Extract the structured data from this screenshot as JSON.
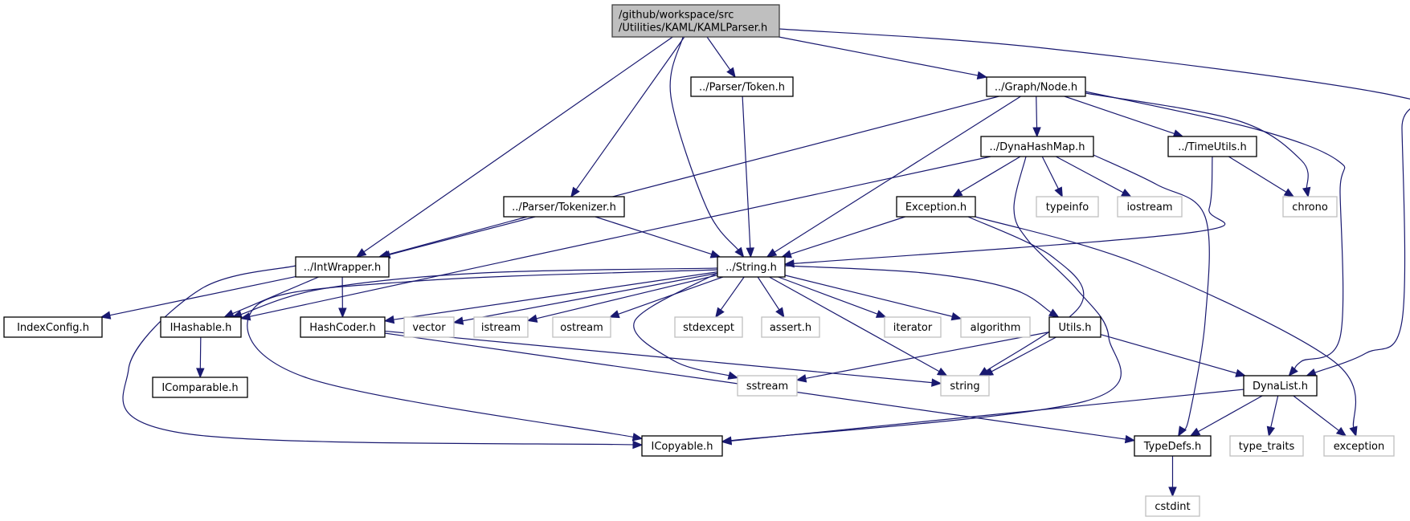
{
  "diagram": {
    "title": "Include dependency graph for KAMLParser.h",
    "colors": {
      "edge": "#191970",
      "root_fill": "#bfbfbf",
      "project_border": "#000000",
      "system_border": "#bfbfbf"
    },
    "nodes": [
      {
        "id": "root",
        "label": [
          "/github/workspace/src",
          "/Utilities/KAML/KAMLParser.h"
        ],
        "kind": "root"
      },
      {
        "id": "token",
        "label": [
          "../Parser/Token.h"
        ],
        "kind": "project"
      },
      {
        "id": "node",
        "label": [
          "../Graph/Node.h"
        ],
        "kind": "project"
      },
      {
        "id": "dynahashmap",
        "label": [
          "../DynaHashMap.h"
        ],
        "kind": "project"
      },
      {
        "id": "timeutils",
        "label": [
          "../TimeUtils.h"
        ],
        "kind": "project"
      },
      {
        "id": "tokenizer",
        "label": [
          "../Parser/Tokenizer.h"
        ],
        "kind": "project"
      },
      {
        "id": "exception_h",
        "label": [
          "Exception.h"
        ],
        "kind": "project"
      },
      {
        "id": "typeinfo",
        "label": [
          "typeinfo"
        ],
        "kind": "system"
      },
      {
        "id": "iostream",
        "label": [
          "iostream"
        ],
        "kind": "system"
      },
      {
        "id": "chrono",
        "label": [
          "chrono"
        ],
        "kind": "system"
      },
      {
        "id": "intwrapper",
        "label": [
          "../IntWrapper.h"
        ],
        "kind": "project"
      },
      {
        "id": "string_h",
        "label": [
          "../String.h"
        ],
        "kind": "project"
      },
      {
        "id": "indexconfig",
        "label": [
          "IndexConfig.h"
        ],
        "kind": "project"
      },
      {
        "id": "ihashable",
        "label": [
          "IHashable.h"
        ],
        "kind": "project"
      },
      {
        "id": "hashcoder",
        "label": [
          "HashCoder.h"
        ],
        "kind": "project"
      },
      {
        "id": "vector",
        "label": [
          "vector"
        ],
        "kind": "system"
      },
      {
        "id": "istream",
        "label": [
          "istream"
        ],
        "kind": "system"
      },
      {
        "id": "ostream",
        "label": [
          "ostream"
        ],
        "kind": "system"
      },
      {
        "id": "stdexcept",
        "label": [
          "stdexcept"
        ],
        "kind": "system"
      },
      {
        "id": "assert",
        "label": [
          "assert.h"
        ],
        "kind": "system"
      },
      {
        "id": "iterator",
        "label": [
          "iterator"
        ],
        "kind": "system"
      },
      {
        "id": "algorithm",
        "label": [
          "algorithm"
        ],
        "kind": "system"
      },
      {
        "id": "utils",
        "label": [
          "Utils.h"
        ],
        "kind": "project"
      },
      {
        "id": "icomparable",
        "label": [
          "IComparable.h"
        ],
        "kind": "project"
      },
      {
        "id": "sstream",
        "label": [
          "sstream"
        ],
        "kind": "system"
      },
      {
        "id": "string",
        "label": [
          "string"
        ],
        "kind": "system"
      },
      {
        "id": "dynalist",
        "label": [
          "DynaList.h"
        ],
        "kind": "project"
      },
      {
        "id": "icopyable",
        "label": [
          "ICopyable.h"
        ],
        "kind": "project"
      },
      {
        "id": "typedefs",
        "label": [
          "TypeDefs.h"
        ],
        "kind": "project"
      },
      {
        "id": "type_traits",
        "label": [
          "type_traits"
        ],
        "kind": "system"
      },
      {
        "id": "exception",
        "label": [
          "exception"
        ],
        "kind": "system"
      },
      {
        "id": "cstdint",
        "label": [
          "cstdint"
        ],
        "kind": "system"
      }
    ],
    "edges": [
      [
        "root",
        "token"
      ],
      [
        "root",
        "node"
      ],
      [
        "root",
        "tokenizer"
      ],
      [
        "root",
        "intwrapper"
      ],
      [
        "root",
        "string_h"
      ],
      [
        "root",
        "dynalist"
      ],
      [
        "token",
        "string_h"
      ],
      [
        "node",
        "dynahashmap"
      ],
      [
        "node",
        "timeutils"
      ],
      [
        "node",
        "intwrapper"
      ],
      [
        "node",
        "string_h"
      ],
      [
        "node",
        "chrono"
      ],
      [
        "node",
        "dynalist"
      ],
      [
        "dynahashmap",
        "exception_h"
      ],
      [
        "dynahashmap",
        "typeinfo"
      ],
      [
        "dynahashmap",
        "iostream"
      ],
      [
        "dynahashmap",
        "ihashable"
      ],
      [
        "dynahashmap",
        "icopyable"
      ],
      [
        "dynahashmap",
        "typedefs"
      ],
      [
        "timeutils",
        "chrono"
      ],
      [
        "timeutils",
        "string_h"
      ],
      [
        "tokenizer",
        "intwrapper"
      ],
      [
        "tokenizer",
        "string_h"
      ],
      [
        "exception_h",
        "string_h"
      ],
      [
        "exception_h",
        "string"
      ],
      [
        "exception_h",
        "exception"
      ],
      [
        "intwrapper",
        "indexconfig"
      ],
      [
        "intwrapper",
        "ihashable"
      ],
      [
        "intwrapper",
        "hashcoder"
      ],
      [
        "intwrapper",
        "icopyable"
      ],
      [
        "string_h",
        "ihashable"
      ],
      [
        "string_h",
        "hashcoder"
      ],
      [
        "string_h",
        "vector"
      ],
      [
        "string_h",
        "istream"
      ],
      [
        "string_h",
        "ostream"
      ],
      [
        "string_h",
        "stdexcept"
      ],
      [
        "string_h",
        "assert"
      ],
      [
        "string_h",
        "iterator"
      ],
      [
        "string_h",
        "algorithm"
      ],
      [
        "string_h",
        "utils"
      ],
      [
        "string_h",
        "sstream"
      ],
      [
        "string_h",
        "string"
      ],
      [
        "string_h",
        "icopyable"
      ],
      [
        "ihashable",
        "icomparable"
      ],
      [
        "hashcoder",
        "string"
      ],
      [
        "hashcoder",
        "typedefs"
      ],
      [
        "utils",
        "sstream"
      ],
      [
        "utils",
        "string"
      ],
      [
        "utils",
        "dynalist"
      ],
      [
        "dynalist",
        "icopyable"
      ],
      [
        "dynalist",
        "typedefs"
      ],
      [
        "dynalist",
        "type_traits"
      ],
      [
        "dynalist",
        "exception"
      ],
      [
        "typedefs",
        "cstdint"
      ]
    ]
  }
}
